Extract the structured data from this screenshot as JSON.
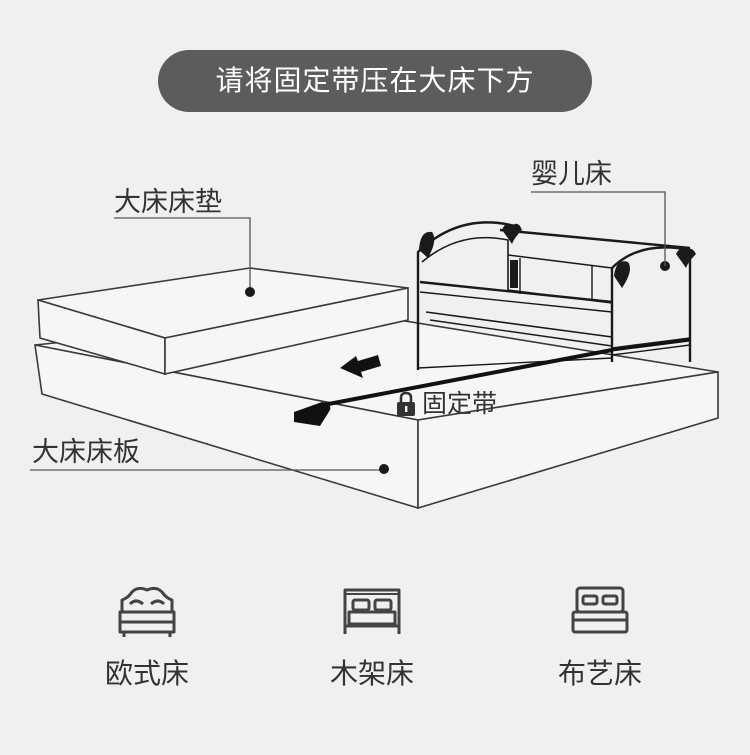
{
  "banner": {
    "text": "请将固定带压在大床下方"
  },
  "labels": {
    "mattress": "大床床垫",
    "crib": "婴儿床",
    "board": "大床床板",
    "strap": "固定带"
  },
  "bed_types": [
    {
      "label": "欧式床",
      "icon": "european-bed-icon"
    },
    {
      "label": "木架床",
      "icon": "wooden-bed-icon"
    },
    {
      "label": "布艺床",
      "icon": "fabric-bed-icon"
    }
  ],
  "colors": {
    "background": "#f0f0f0",
    "banner": "#5c5c5c",
    "line": "#222222",
    "text": "#333333"
  }
}
